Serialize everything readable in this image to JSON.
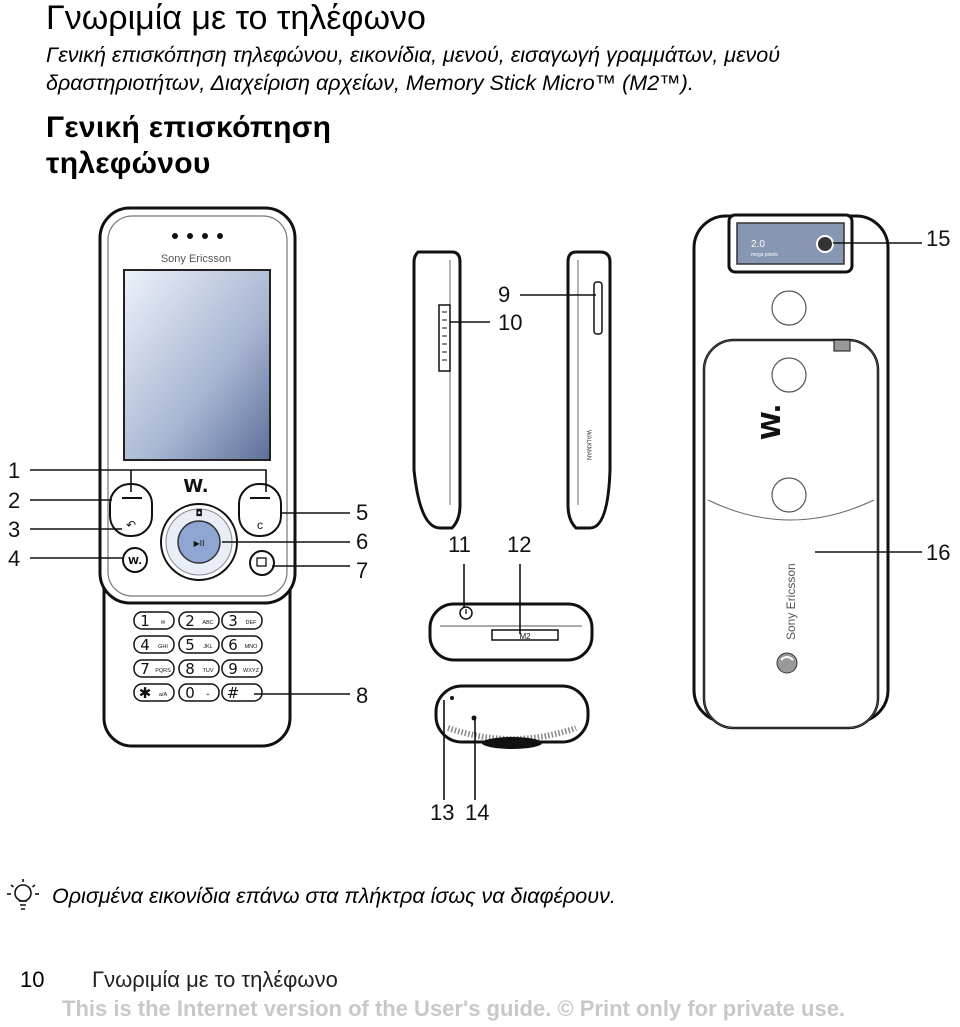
{
  "page": {
    "title": "Γνωριμία με το τηλέφωνο",
    "intro": "Γενική επισκόπηση τηλεφώνου, εικονίδια, μενού, εισαγωγή γραμμάτων, μενού δραστηριοτήτων, Διαχείριση αρχείων, Memory Stick Micro™ (M2™).",
    "subtitle": "Γενική επισκόπηση τηλεφώνου"
  },
  "figure": {
    "brand_front": "Sony Ericsson",
    "brand_back": "Sony Ericsson",
    "camera_label": "2.0",
    "camera_sublabel": "mega pixels",
    "card_label": "M2",
    "side_label": "WALKMAN",
    "callouts": [
      "1",
      "2",
      "3",
      "4",
      "5",
      "6",
      "7",
      "8",
      "9",
      "10",
      "11",
      "12",
      "13",
      "14",
      "15",
      "16"
    ],
    "keys": [
      {
        "num": "1",
        "letters": "✉"
      },
      {
        "num": "2",
        "letters": "ABC"
      },
      {
        "num": "3",
        "letters": "DEF"
      },
      {
        "num": "4",
        "letters": "GHI"
      },
      {
        "num": "5",
        "letters": "JKL"
      },
      {
        "num": "6",
        "letters": "MNO"
      },
      {
        "num": "7",
        "letters": "PQRS"
      },
      {
        "num": "8",
        "letters": "TUV"
      },
      {
        "num": "9",
        "letters": "WXYZ"
      },
      {
        "num": "✱",
        "letters": "a/A"
      },
      {
        "num": "0",
        "letters": "+"
      },
      {
        "num": "#",
        "letters": ""
      }
    ],
    "clear_key": "c"
  },
  "tip": {
    "icon": "lightbulb-icon",
    "text": "Ορισμένα εικονίδια επάνω στα πλήκτρα ίσως να διαφέρουν."
  },
  "footer": {
    "page_number": "10",
    "running_head": "Γνωριμία με το τηλέφωνο",
    "note": "This is the Internet version of the User's guide. © Print only for private use."
  }
}
